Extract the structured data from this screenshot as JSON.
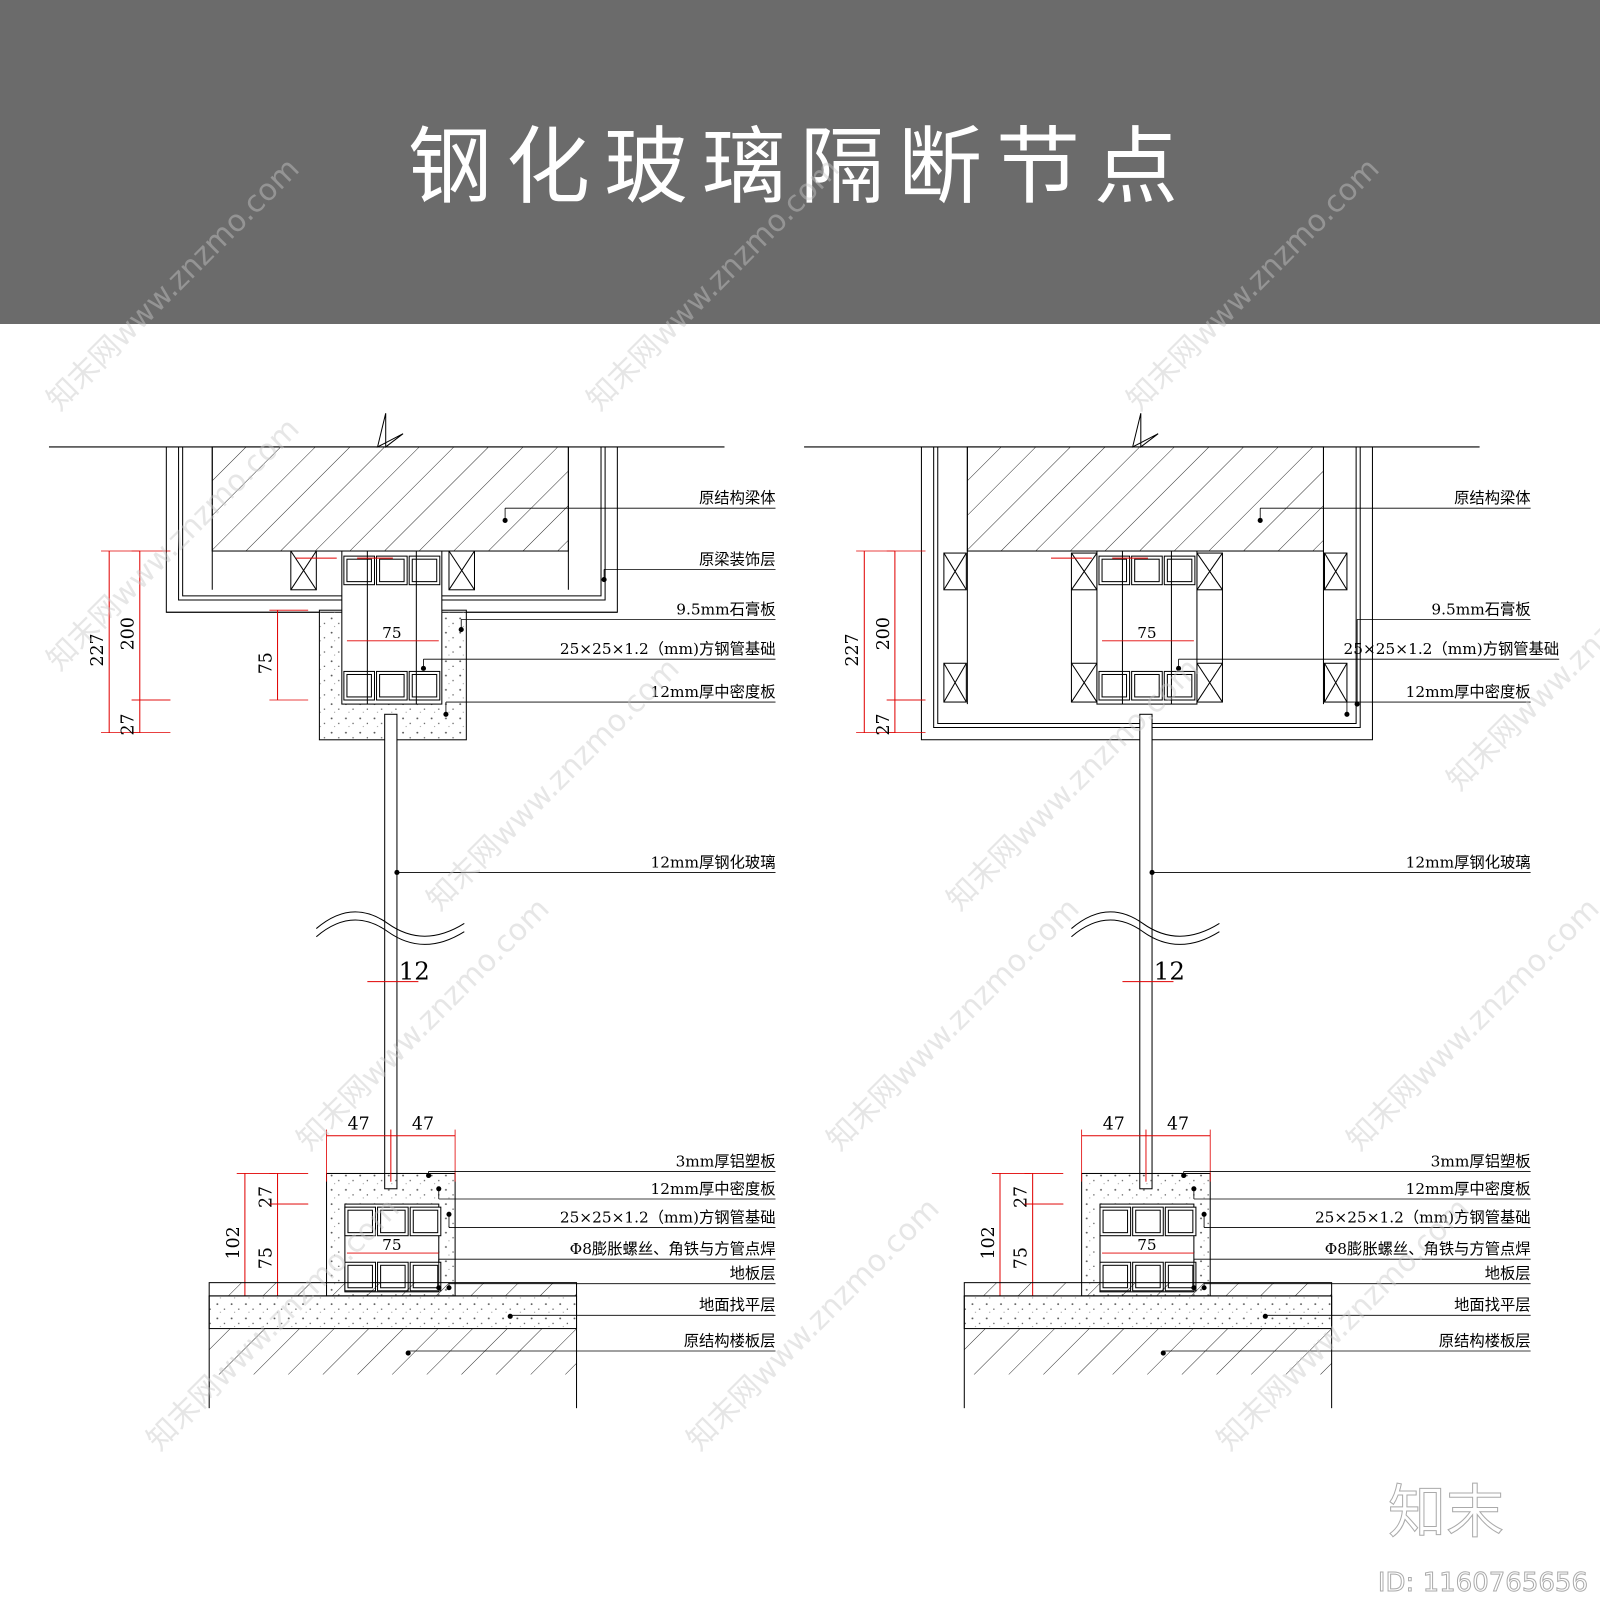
{
  "title": "钢化玻璃隔断节点",
  "watermark": "知末网www.znzmo.com",
  "logo": "知末",
  "image_id": "ID: 1160765656",
  "colors": {
    "banner": "#6b6b6b",
    "dimension": "#e00000",
    "line": "#000000"
  },
  "details": [
    {
      "top_labels": [
        "原结构梁体",
        "原梁装饰层",
        "9.5mm石膏板",
        "25×25×1.2（mm)方钢管基础",
        "12mm厚中密度板"
      ],
      "glass_label": "12mm厚钢化玻璃",
      "bottom_labels": [
        "3mm厚铝塑板",
        "12mm厚中密度板",
        "25×25×1.2（mm)方钢管基础",
        "Φ8膨胀螺丝、角铁与方管点焊",
        "地板层",
        "地面找平层",
        "原结构楼板层"
      ],
      "top_dims": [
        "227",
        "200",
        "75",
        "27",
        "75"
      ],
      "glass_dim": "12",
      "bottom_dims": [
        "47",
        "47",
        "27",
        "102",
        "75",
        "75"
      ]
    },
    {
      "top_labels": [
        "原结构梁体",
        "9.5mm石膏板",
        "25×25×1.2（mm)方钢管基础",
        "12mm厚中密度板"
      ],
      "glass_label": "12mm厚钢化玻璃",
      "bottom_labels": [
        "3mm厚铝塑板",
        "12mm厚中密度板",
        "25×25×1.2（mm)方钢管基础",
        "Φ8膨胀螺丝、角铁与方管点焊",
        "地板层",
        "地面找平层",
        "原结构楼板层"
      ],
      "top_dims": [
        "227",
        "200",
        "27",
        "75"
      ],
      "glass_dim": "12",
      "bottom_dims": [
        "47",
        "47",
        "27",
        "102",
        "75",
        "75"
      ]
    }
  ]
}
